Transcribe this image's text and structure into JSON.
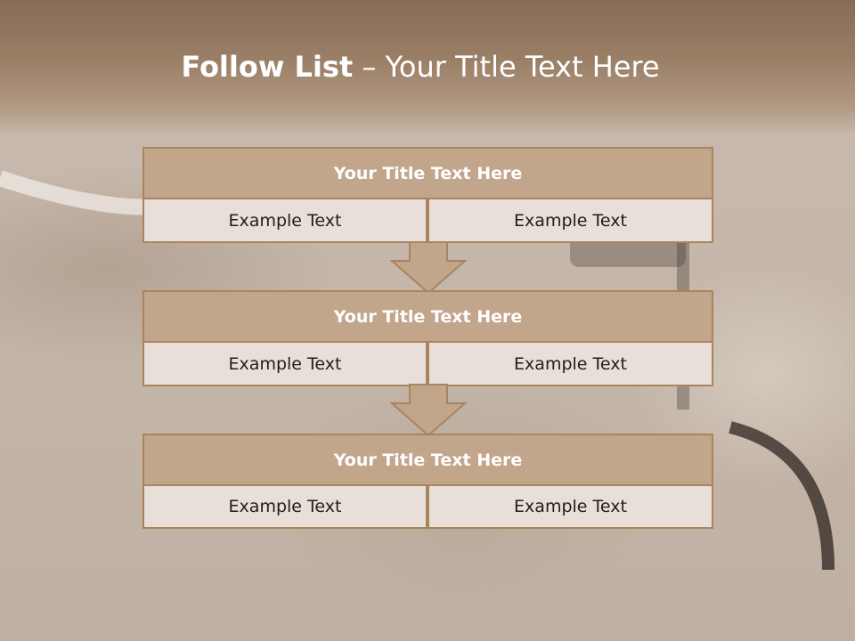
{
  "title": {
    "bold": "Follow List",
    "rest": " – Your Title Text Here"
  },
  "steps": [
    {
      "title": "Your Title Text Here",
      "left": "Example Text",
      "right": "Example Text"
    },
    {
      "title": "Your Title Text Here",
      "left": "Example Text",
      "right": "Example Text"
    },
    {
      "title": "Your Title Text Here",
      "left": "Example Text",
      "right": "Example Text"
    }
  ],
  "colors": {
    "header": "#8f735c",
    "box_fill": "#c2a68c",
    "box_border": "#a9845f",
    "cell_fill": "#e8dfd9",
    "arrow_fill": "#c2a68c"
  }
}
